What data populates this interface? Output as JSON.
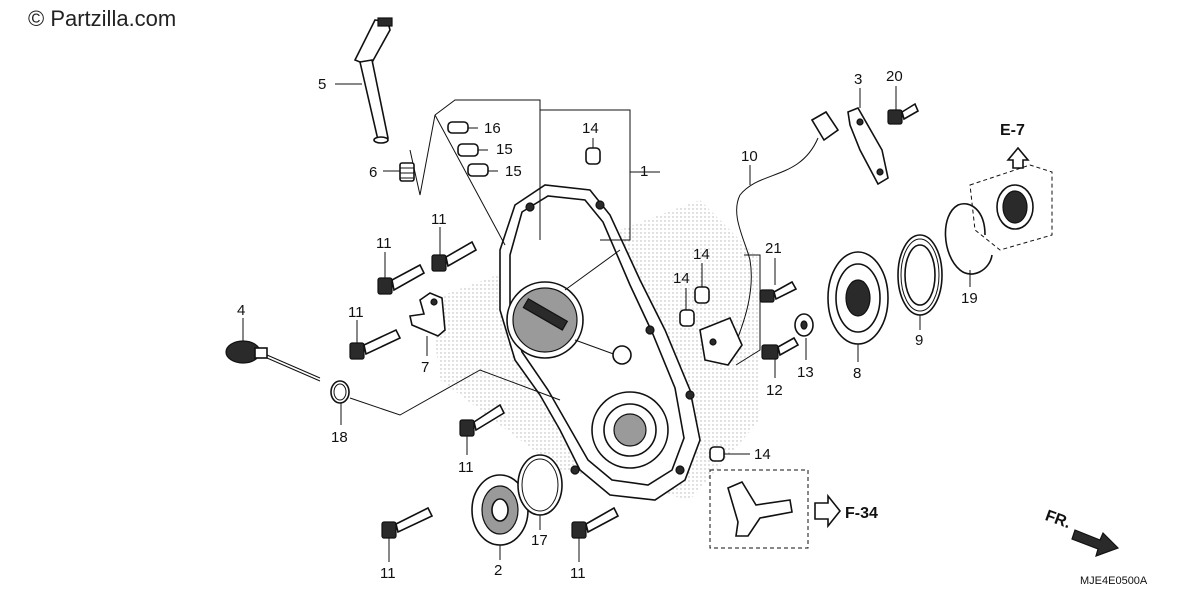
{
  "watermark": "© Partzilla.com",
  "diagram_code": "MJE4E0500A",
  "references": {
    "e7": "E-7",
    "f34": "F-34",
    "front": "FR."
  },
  "callouts": {
    "c1": "1",
    "c2": "2",
    "c3": "3",
    "c4": "4",
    "c5": "5",
    "c6": "6",
    "c7": "7",
    "c8": "8",
    "c9": "9",
    "c10": "10",
    "c11a": "11",
    "c11b": "11",
    "c11c": "11",
    "c11d": "11",
    "c11e": "11",
    "c11f": "11",
    "c12": "12",
    "c13": "13",
    "c14a": "14",
    "c14b": "14",
    "c14c": "14",
    "c14d": "14",
    "c15a": "15",
    "c15b": "15",
    "c16": "16",
    "c17": "17",
    "c18": "18",
    "c19": "19",
    "c20": "20",
    "c21": "21"
  },
  "colors": {
    "line": "#111111",
    "background": "#ffffff",
    "shade": "#9a9a9a"
  }
}
